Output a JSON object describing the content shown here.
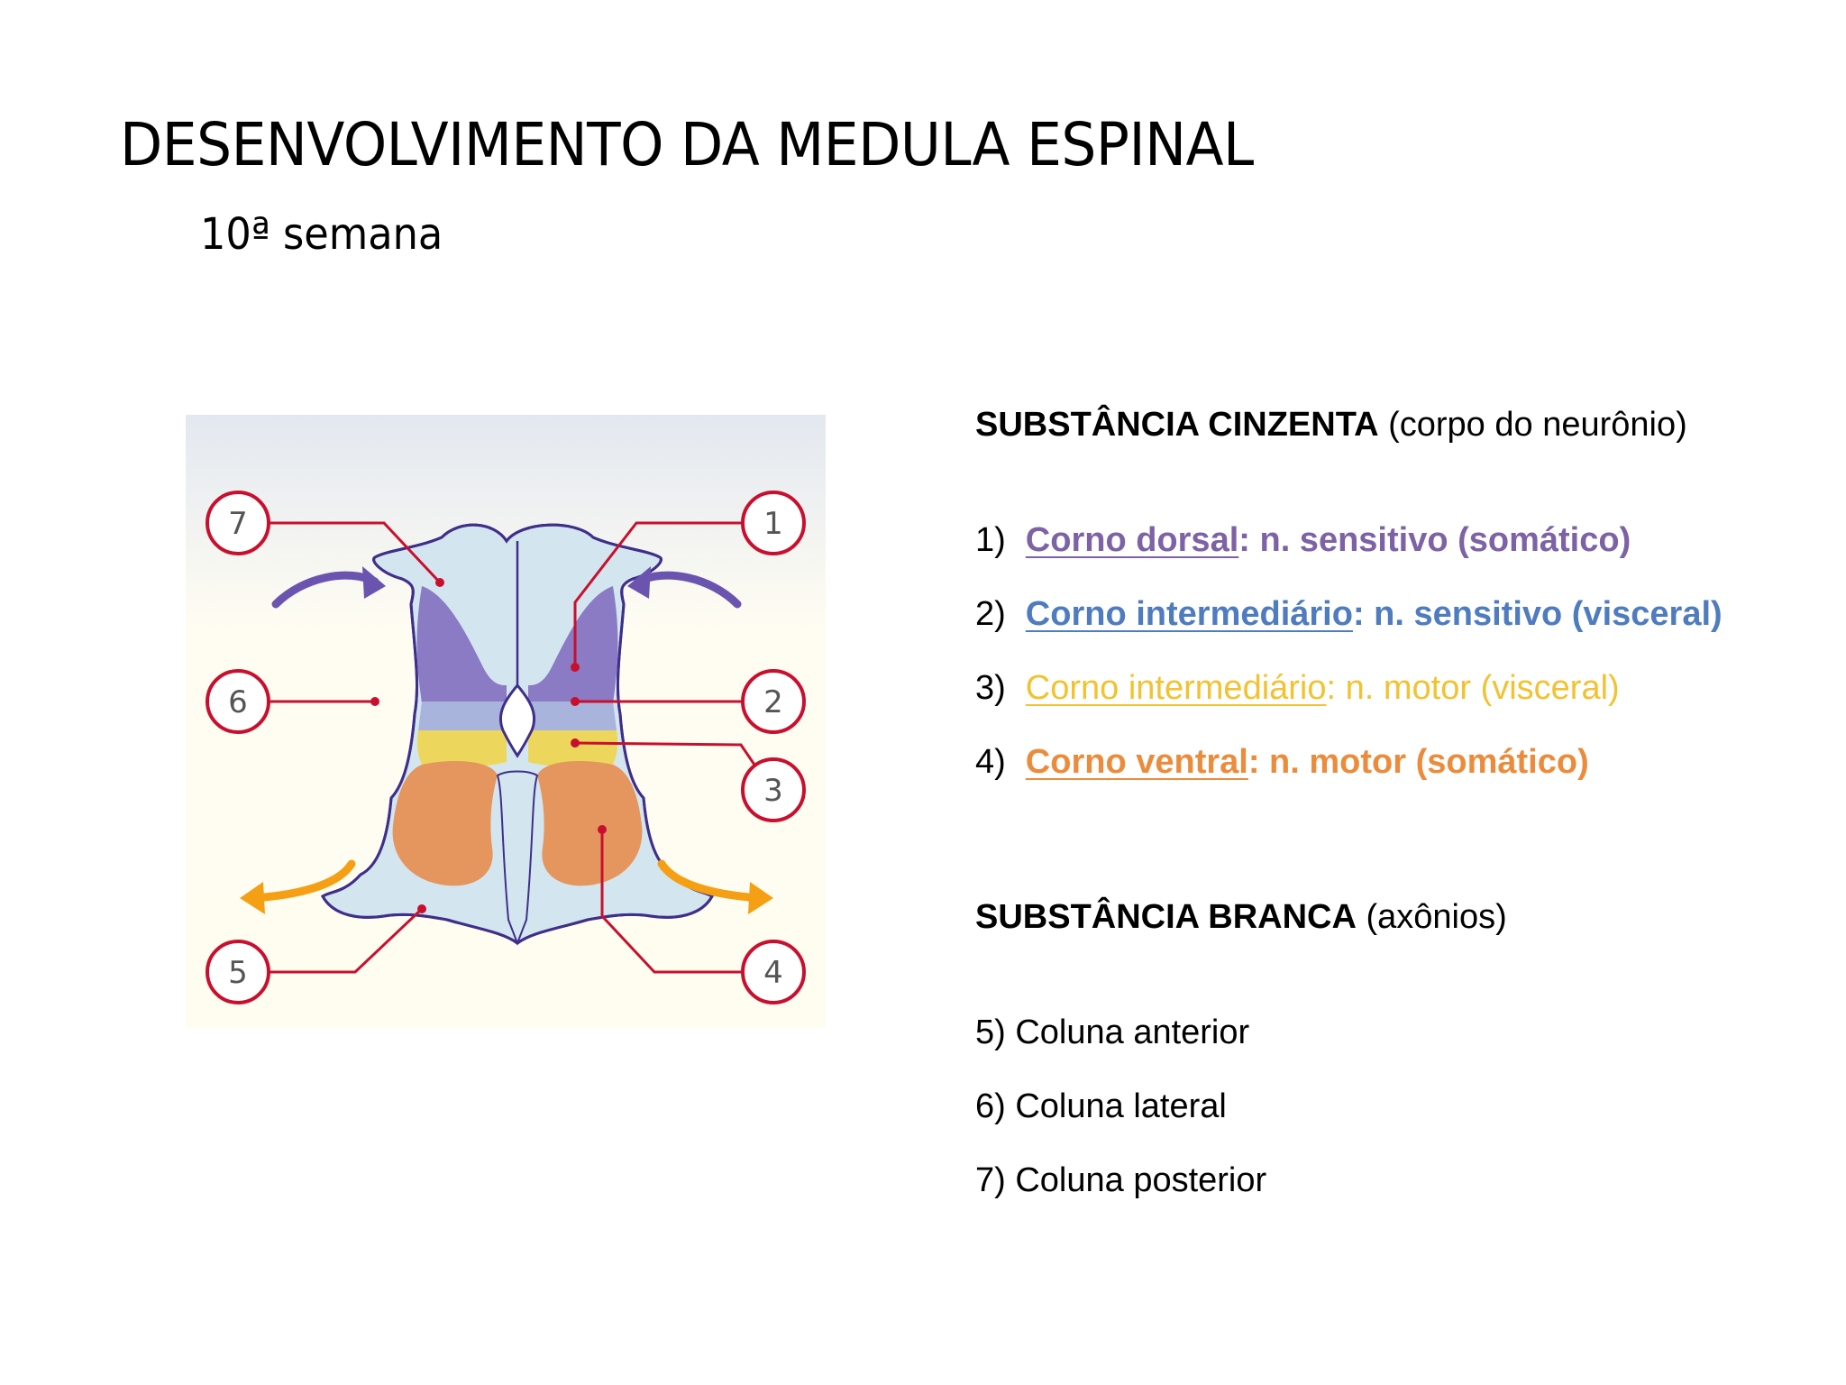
{
  "slide": {
    "title": "DESENVOLVIMENTO DA MEDULA ESPINAL",
    "subtitle": "10ª semana"
  },
  "diagram": {
    "labels": [
      "1",
      "2",
      "3",
      "4",
      "5",
      "6",
      "7"
    ],
    "colors": {
      "background_top": "#e3e8f0",
      "white_matter": "#d3e6ef",
      "outline": "#3f2f8a",
      "dorsal_horn": "#8b7ac4",
      "intermediate_sensory": "#a9b4dc",
      "intermediate_motor": "#ecd75c",
      "ventral_horn": "#e4965e",
      "arrow_purple": "#6b54b0",
      "arrow_orange": "#f5a014",
      "leader_red": "#c8102e"
    }
  },
  "substancia_cinzenta": {
    "heading": "SUBSTÂNCIA CINZENTA",
    "note": "(corpo do neurônio)",
    "items": [
      {
        "num": "1)",
        "term": "Corno dorsal",
        "desc": ": n. sensitivo (somático)",
        "color": "#7d62a6"
      },
      {
        "num": "2)",
        "term": "Corno intermediário",
        "desc": ": n.  sensitivo (visceral)",
        "color": "#4f7cbf"
      },
      {
        "num": "3)",
        "term": "Corno intermediário",
        "desc": ": n. motor (visceral)",
        "color": "#f2c230"
      },
      {
        "num": "4)",
        "term": "Corno ventral",
        "desc": ": n. motor (somático)",
        "color": "#eb8c3c"
      }
    ]
  },
  "substancia_branca": {
    "heading": "SUBSTÂNCIA BRANCA",
    "note": "(axônios)",
    "items": [
      {
        "text": "5) Coluna anterior"
      },
      {
        "text": "6) Coluna lateral"
      },
      {
        "text": "7) Coluna  posterior"
      }
    ]
  }
}
